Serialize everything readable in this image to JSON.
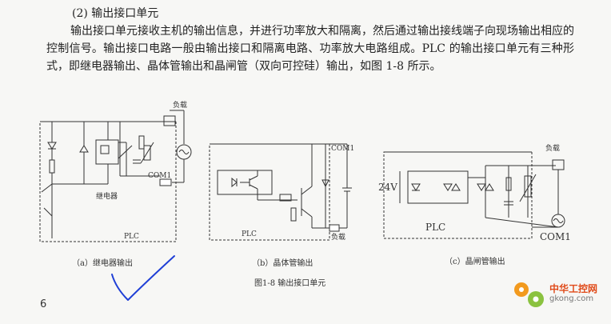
{
  "section": {
    "title": "(2)  输出接口单元"
  },
  "paragraph": "输出接口单元接收主机的输出信息，并进行功率放大和隔离，然后通过输出接线端子向现场输出相应的控制信号。输出接口电路一般由输出接口和隔离电路、功率放大电路组成。PLC 的输出接口单元有三种形式，即继电器输出、晶体管输出和晶闸管（双向可控硅）输出，如图 1-8 所示。",
  "figure": {
    "a": {
      "load": "负载",
      "com": "COM1",
      "relay": "继电器",
      "plc": "PLC",
      "caption": "（a）继电器输出"
    },
    "b": {
      "com": "COM1",
      "plc": "PLC",
      "load": "负载",
      "caption": "（b）晶体管输出"
    },
    "c": {
      "load": "负载",
      "v24": "24V",
      "plc": "PLC",
      "com": "COM1",
      "caption": "（c）晶闸管输出"
    },
    "caption": "图1-8   输出接口单元"
  },
  "page_number": "6",
  "watermark": {
    "line1": "中华工控网",
    "line2": "gkong.com"
  },
  "annotation_color": "#1f3fd6"
}
